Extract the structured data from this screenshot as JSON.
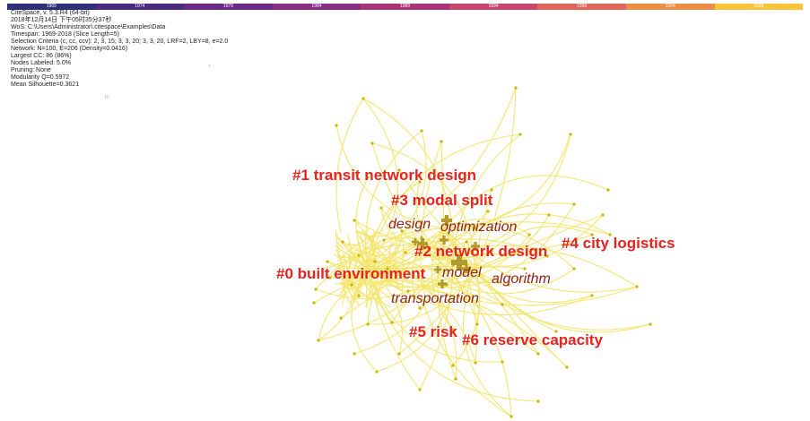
{
  "timeline": {
    "years": [
      "1969",
      "1974",
      "1979",
      "1984",
      "1989",
      "1994",
      "1999",
      "2004",
      "2009"
    ],
    "colors": [
      "#2d2f7a",
      "#4a2a80",
      "#6b2a86",
      "#8a2e83",
      "#a83577",
      "#c7466a",
      "#df6659",
      "#ee8e45",
      "#f6c53a"
    ]
  },
  "info": {
    "lines": [
      "CiteSpace, v. 5.3.R4 (64-bit)",
      "2018年12月14日 下午05时35分37秒",
      "WoS: C:\\Users\\Administrator\\.citespace\\Examples\\Data",
      "Timespan: 1969-2018 (Slice Length=5)",
      "Selection Criteria (c, cc, ccv): 2, 3, 15; 3, 3, 20; 3, 3, 20, LRF=2, LBY=8, e=2.0",
      "Network: N=100, E=206 (Density=0.0416)",
      "Largest CC: 86 (86%)",
      "Nodes Labeled: 5.0%",
      "Pruning: None",
      "Modularity Q=0.5972",
      "Mean Silhouette=0.3621"
    ]
  },
  "stray_marks": [
    "7",
    "10"
  ],
  "cluster_labels": [
    "#1 transit network design",
    "#3 modal split",
    "#2 network design",
    "#4 city logistics",
    "#0 built environment",
    "#5 risk",
    "#6 reserve capacity"
  ],
  "keywords": [
    "design",
    "optimization",
    "model",
    "algorithm",
    "transportation"
  ],
  "colors": {
    "link": "#f3e56a",
    "node": "#c9b400",
    "cluster_label": "#e8221f",
    "keyword": "#8f2222",
    "hub": "#b39a2c"
  }
}
